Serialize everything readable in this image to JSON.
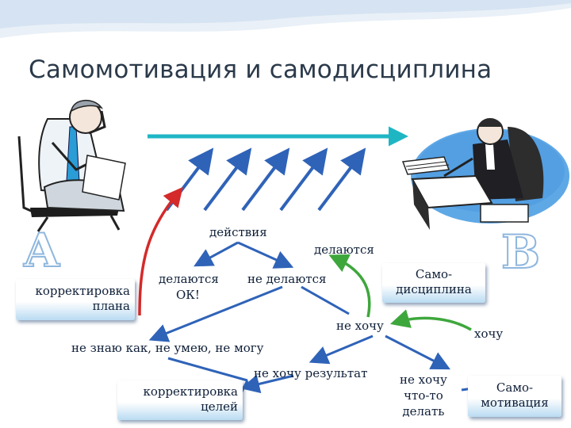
{
  "title": "Самомотивация и самодисциплина",
  "letters": {
    "a": "A",
    "b": "B"
  },
  "labels": {
    "actions": "действия",
    "done_top": "делаются",
    "done": "делаются",
    "ok": "ОК!",
    "not_done": "не делаются",
    "dont_want": "не хочу",
    "want": "хочу",
    "dont_know": "не знаю как, не умею, не могу",
    "dont_want_result": "не хочу результат",
    "dont_want_do": [
      "не хочу",
      "что-то",
      "делать"
    ]
  },
  "boxes": {
    "plan_correction": [
      "корректировка",
      "плана"
    ],
    "goal_correction": [
      "корректировка",
      "целей"
    ],
    "self_discipline": [
      "Само-",
      "дисциплина"
    ],
    "self_motivation": [
      "Само-",
      "мотивация"
    ]
  },
  "colors": {
    "arrow_blue": "#2f63b8",
    "arrow_red": "#d42a2a",
    "arrow_green": "#3ea73c",
    "arrow_cyan": "#1fb6c4",
    "title": "#2b3a4a"
  }
}
